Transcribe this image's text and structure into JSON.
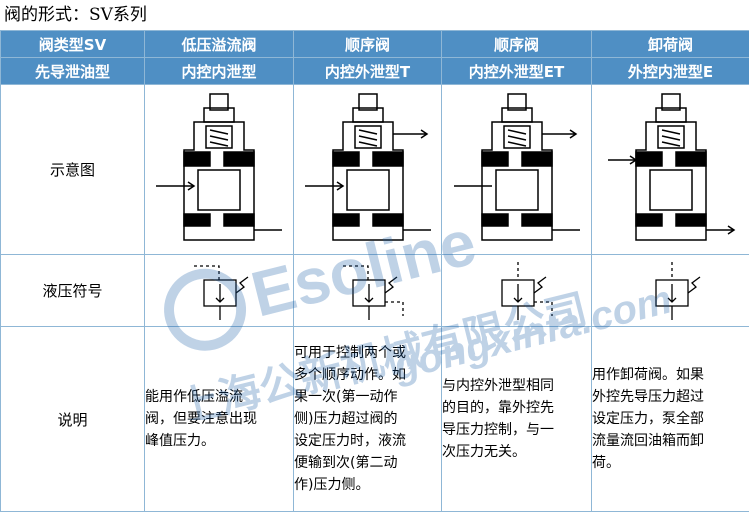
{
  "page_title": "阀的形式：SV系列",
  "header_row1": [
    "阀类型SV",
    "低压溢流阀",
    "顺序阀",
    "顺序阀",
    "卸荷阀"
  ],
  "header_row2": [
    "先导泄油型",
    "内控内泄型",
    "内控外泄型T",
    "内控外泄型ET",
    "外控内泄型E"
  ],
  "row_labels": {
    "diagram": "示意图",
    "symbol": "液压符号",
    "description": "说明"
  },
  "descriptions": [
    "能用作低压溢流\n阀，但要注意出现\n峰值压力。",
    "可用于控制两个或\n多个顺序动作。如\n果一次(第一动作\n侧)压力超过阀的\n设定压力时，液流\n便输到次(第二动\n作)压力侧。",
    "与内控外泄型相同\n的目的，靠外控先\n导压力控制，与一\n次压力无关。",
    "用作卸荷阀。如果\n外控先导压力超过\n设定压力，泵全部\n流量流回油箱而卸\n荷。"
  ],
  "watermark": {
    "brand": "Esoline",
    "company": "上海公新机械有限公司",
    "site": "gongxinfa.com"
  },
  "colors": {
    "header_bg": "#4f8fc4",
    "header_text": "#ffffff",
    "border": "#8fb7d6",
    "watermark": "#1c5fa8"
  }
}
